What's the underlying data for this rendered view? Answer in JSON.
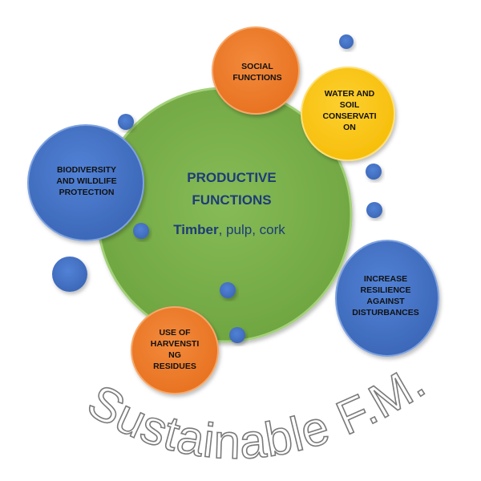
{
  "colors": {
    "green": "#78ae4a",
    "green_edge": "#9ccc6e",
    "orange": "#ef7d2d",
    "yellow": "#fbc71a",
    "blue": "#4472c4",
    "blue_dot": "#4f7fd6"
  },
  "center": {
    "title_line1": "PRODUCTIVE",
    "title_line2": "FUNCTIONS",
    "sub_bold": "Timber",
    "sub_rest": ", pulp, cork"
  },
  "nodes": {
    "social": {
      "line1": "SOCIAL",
      "line2": "FUNCTIONS"
    },
    "water": {
      "line1": "WATER AND",
      "line2": "SOIL",
      "line3": "CONSERVATI",
      "line4": "ON"
    },
    "biodiversity": {
      "line1": "BIODIVERSITY",
      "line2": "AND WILDLIFE",
      "line3": "PROTECTION"
    },
    "resilience": {
      "line1": "INCREASE",
      "line2": "RESILIENCE",
      "line3": "AGAINST",
      "line4": "DISTURBANCES"
    },
    "residues": {
      "line1": "USE OF",
      "line2": "HARVENSTI",
      "line3": "NG",
      "line4": "RESIDUES"
    }
  },
  "arc_text": "Sustainable F.M."
}
